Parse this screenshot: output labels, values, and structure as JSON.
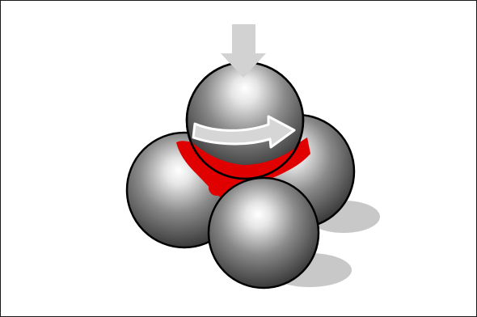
{
  "diagram": {
    "description_elements": {
      "top_ball": "steel-sphere",
      "lower_balls": [
        "back-right-sphere",
        "left-sphere",
        "front-sphere"
      ],
      "contact_zone": "red-contact-wear"
    },
    "colors": {
      "frame_border": "#1a1a1a",
      "sphere_outline": "#000000",
      "sphere_dark": "#3a3a3a",
      "sphere_mid": "#8a8a8a",
      "sphere_highlight": "#ffffff",
      "shadow": "#c8c8c8",
      "load_arrow": "#d2d2d2",
      "rotation_arrow_fill": "#d6d6d6",
      "rotation_arrow_stroke": "#ffffff",
      "contact_red": "#e00000"
    },
    "icons": {
      "load": "down-arrow-icon",
      "rotation": "curved-right-arrow-icon"
    }
  }
}
